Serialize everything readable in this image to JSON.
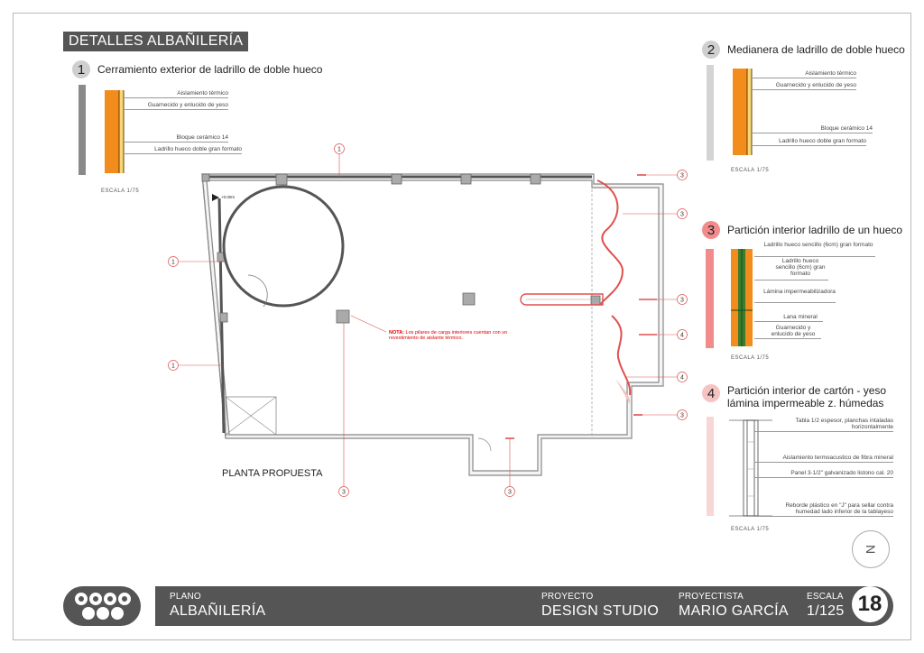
{
  "header": {
    "title": "DETALLES ALBAÑILERÍA"
  },
  "sections": [
    {
      "num": "1",
      "title": "Cerramiento exterior de ladrillo de doble hueco",
      "labels": [
        "Aislamiento térmico",
        "Guarnecido y enlucido de yeso",
        "Bloque cerámico 14",
        "Ladrillo hueco doble gran formato"
      ],
      "escala": "ESCALA 1/75"
    },
    {
      "num": "2",
      "title": "Medianera de ladrillo de doble hueco",
      "labels": [
        "Aislamiento térmico",
        "Guarnecido y enlucido de yeso",
        "Bloque cerámico 14",
        "Ladrillo hueco doble gran formato"
      ],
      "escala": "ESCALA 1/75"
    },
    {
      "num": "3",
      "title": "Partición interior ladrillo de un hueco",
      "labels": [
        "Ladrillo hueco sencillo (6cm) gran formato",
        "Ladrillo hueco sencillo (6cm) gran formato",
        "Lámina impermeabilizadora",
        "Lana mineral",
        "Guarnecido y enlucido de yeso"
      ],
      "escala": "ESCALA 1/75"
    },
    {
      "num": "4",
      "title_line1": "Partición interior de cartón - yeso",
      "title_line2": "lámina impermeable z. húmedas",
      "labels": [
        "Tabla 1/2 espesor, planchas intaladas horizontalmente",
        "Aislamiento termoacustico de fibra mineral",
        "Panel 3-1/2\" galvanizado listono cal. 20",
        "Reborde plástico en \"J\" para sellar contra humedad lado inferior de la tablayeso"
      ],
      "escala": "ESCALA 1/75"
    }
  ],
  "plan": {
    "label": "PLANTA PROPUESTA",
    "level": "+0.00m",
    "note_bold": "NOTA:",
    "note_text": "Los pilares de carga interiores cuentan con un revestimiento de aislante térmico.",
    "callouts": [
      "1",
      "1",
      "1",
      "3",
      "3",
      "3",
      "4",
      "4",
      "3",
      "3",
      "3"
    ]
  },
  "footer": {
    "plano_label": "PLANO",
    "plano_value": "ALBAÑILERÍA",
    "proyecto_label": "PROYECTO",
    "proyecto_value": "DESIGN STUDIO",
    "proyectista_label": "PROYECTISTA",
    "proyectista_value": "MARIO GARCÍA",
    "escala_label": "ESCALA",
    "escala_value": "1/125",
    "sheet_number": "18"
  },
  "north_symbol": "N",
  "colors": {
    "brick": "#f28c1c",
    "band": "#555555",
    "red": "#e02020",
    "pink": "#f6c3c3",
    "salmon": "#f28c8c"
  }
}
